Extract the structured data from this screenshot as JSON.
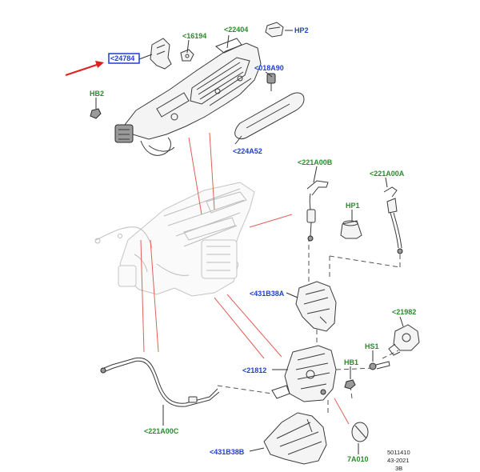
{
  "colors": {
    "callout_blue": "#1f3fd1",
    "callout_green": "#2b8a2b",
    "highlight_arrow": "#e02020",
    "assembly_link_lines": "#e0605a"
  },
  "callouts": {
    "c24784": "<24784",
    "c16194": "<16194",
    "c22404": "<22404",
    "hp2": "HP2",
    "c018a90": "<018A90",
    "hb2": "HB2",
    "c224a52": "<224A52",
    "c221a00b": "<221A00B",
    "c221a00a": "<221A00A",
    "hp1": "HP1",
    "c431b38a": "<431B38A",
    "c21982": "<21982",
    "c21812": "<21812",
    "hb1": "HB1",
    "hs1": "HS1",
    "c221a00c": "<221A00C",
    "c431b38b": "<431B38B",
    "c7a010": "7A010"
  },
  "reference": {
    "line1": "5011410",
    "line2": "43-2021",
    "line3": "3B"
  }
}
